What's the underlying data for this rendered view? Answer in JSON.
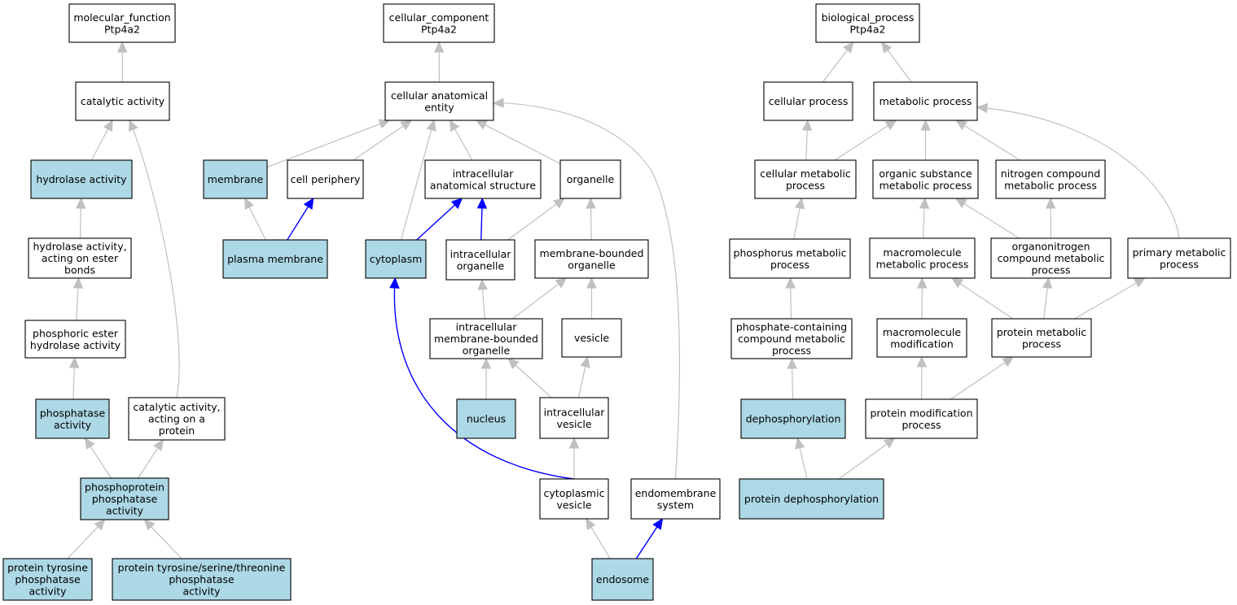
{
  "colors": {
    "highlight_fill": "#add8e6",
    "plain_fill": "#ffffff",
    "gray_edge": "#c0c0c0",
    "blue_edge": "#0000ff"
  },
  "nodes": [
    {
      "id": "mf",
      "lines": [
        "molecular_function",
        "Ptp4a2"
      ],
      "highlight": false
    },
    {
      "id": "catalytic",
      "lines": [
        "catalytic activity"
      ],
      "highlight": false
    },
    {
      "id": "hydrolase",
      "lines": [
        "hydrolase activity"
      ],
      "highlight": true
    },
    {
      "id": "hydro_ester",
      "lines": [
        "hydrolase activity,",
        "acting on ester",
        "bonds"
      ],
      "highlight": false
    },
    {
      "id": "phosphoric",
      "lines": [
        "phosphoric ester",
        "hydrolase activity"
      ],
      "highlight": false
    },
    {
      "id": "phosphatase",
      "lines": [
        "phosphatase",
        "activity"
      ],
      "highlight": true
    },
    {
      "id": "cat_protein",
      "lines": [
        "catalytic activity,",
        "acting on a",
        "protein"
      ],
      "highlight": false
    },
    {
      "id": "phosphoprotein",
      "lines": [
        "phosphoprotein",
        "phosphatase",
        "activity"
      ],
      "highlight": true
    },
    {
      "id": "ptp",
      "lines": [
        "protein tyrosine",
        "phosphatase",
        "activity"
      ],
      "highlight": true
    },
    {
      "id": "ptp_sst",
      "lines": [
        "protein tyrosine/serine/threonine",
        "phosphatase",
        "activity"
      ],
      "highlight": true
    },
    {
      "id": "cc",
      "lines": [
        "cellular_component",
        "Ptp4a2"
      ],
      "highlight": false
    },
    {
      "id": "cae",
      "lines": [
        "cellular anatomical",
        "entity"
      ],
      "highlight": false
    },
    {
      "id": "membrane",
      "lines": [
        "membrane"
      ],
      "highlight": true
    },
    {
      "id": "cell_periphery",
      "lines": [
        "cell periphery"
      ],
      "highlight": false
    },
    {
      "id": "ias",
      "lines": [
        "intracellular",
        "anatomical structure"
      ],
      "highlight": false
    },
    {
      "id": "organelle",
      "lines": [
        "organelle"
      ],
      "highlight": false
    },
    {
      "id": "plasma_membrane",
      "lines": [
        "plasma membrane"
      ],
      "highlight": true
    },
    {
      "id": "cytoplasm",
      "lines": [
        "cytoplasm"
      ],
      "highlight": true
    },
    {
      "id": "intra_organelle",
      "lines": [
        "intracellular",
        "organelle"
      ],
      "highlight": false
    },
    {
      "id": "mbo",
      "lines": [
        "membrane-bounded",
        "organelle"
      ],
      "highlight": false
    },
    {
      "id": "imbo",
      "lines": [
        "intracellular",
        "membrane-bounded",
        "organelle"
      ],
      "highlight": false
    },
    {
      "id": "vesicle",
      "lines": [
        "vesicle"
      ],
      "highlight": false
    },
    {
      "id": "nucleus",
      "lines": [
        "nucleus"
      ],
      "highlight": true
    },
    {
      "id": "intra_vesicle",
      "lines": [
        "intracellular",
        "vesicle"
      ],
      "highlight": false
    },
    {
      "id": "cyto_vesicle",
      "lines": [
        "cytoplasmic",
        "vesicle"
      ],
      "highlight": false
    },
    {
      "id": "endomembrane",
      "lines": [
        "endomembrane",
        "system"
      ],
      "highlight": false
    },
    {
      "id": "endosome",
      "lines": [
        "endosome"
      ],
      "highlight": true
    },
    {
      "id": "bp",
      "lines": [
        "biological_process",
        "Ptp4a2"
      ],
      "highlight": false
    },
    {
      "id": "cellular_process",
      "lines": [
        "cellular process"
      ],
      "highlight": false
    },
    {
      "id": "metabolic",
      "lines": [
        "metabolic process"
      ],
      "highlight": false
    },
    {
      "id": "cell_metabolic",
      "lines": [
        "cellular metabolic",
        "process"
      ],
      "highlight": false
    },
    {
      "id": "organic",
      "lines": [
        "organic substance",
        "metabolic process"
      ],
      "highlight": false
    },
    {
      "id": "nitrogen",
      "lines": [
        "nitrogen compound",
        "metabolic process"
      ],
      "highlight": false
    },
    {
      "id": "phosphorus",
      "lines": [
        "phosphorus metabolic",
        "process"
      ],
      "highlight": false
    },
    {
      "id": "macro_metabolic",
      "lines": [
        "macromolecule",
        "metabolic process"
      ],
      "highlight": false
    },
    {
      "id": "organonitrogen",
      "lines": [
        "organonitrogen",
        "compound metabolic",
        "process"
      ],
      "highlight": false
    },
    {
      "id": "primary",
      "lines": [
        "primary metabolic",
        "process"
      ],
      "highlight": false
    },
    {
      "id": "phosphate_cont",
      "lines": [
        "phosphate-containing",
        "compound metabolic",
        "process"
      ],
      "highlight": false
    },
    {
      "id": "macro_mod",
      "lines": [
        "macromolecule",
        "modification"
      ],
      "highlight": false
    },
    {
      "id": "protein_metabolic",
      "lines": [
        "protein metabolic",
        "process"
      ],
      "highlight": false
    },
    {
      "id": "dephos",
      "lines": [
        "dephosphorylation"
      ],
      "highlight": true
    },
    {
      "id": "protein_mod",
      "lines": [
        "protein modification",
        "process"
      ],
      "highlight": false
    },
    {
      "id": "protein_dephos",
      "lines": [
        "protein dephosphorylation"
      ],
      "highlight": true
    }
  ],
  "edges": [
    {
      "from": "catalytic",
      "to": "mf",
      "color": "gray"
    },
    {
      "from": "hydrolase",
      "to": "catalytic",
      "color": "gray"
    },
    {
      "from": "cat_protein",
      "to": "catalytic",
      "color": "gray"
    },
    {
      "from": "hydro_ester",
      "to": "hydrolase",
      "color": "gray"
    },
    {
      "from": "phosphoric",
      "to": "hydro_ester",
      "color": "gray"
    },
    {
      "from": "phosphatase",
      "to": "phosphoric",
      "color": "gray"
    },
    {
      "from": "phosphoprotein",
      "to": "phosphatase",
      "color": "gray"
    },
    {
      "from": "phosphoprotein",
      "to": "cat_protein",
      "color": "gray"
    },
    {
      "from": "ptp",
      "to": "phosphoprotein",
      "color": "gray"
    },
    {
      "from": "ptp_sst",
      "to": "phosphoprotein",
      "color": "gray"
    },
    {
      "from": "cae",
      "to": "cc",
      "color": "gray"
    },
    {
      "from": "membrane",
      "to": "cae",
      "color": "gray"
    },
    {
      "from": "cell_periphery",
      "to": "cae",
      "color": "gray"
    },
    {
      "from": "cytoplasm",
      "to": "cae",
      "color": "gray"
    },
    {
      "from": "ias",
      "to": "cae",
      "color": "gray"
    },
    {
      "from": "organelle",
      "to": "cae",
      "color": "gray"
    },
    {
      "from": "endomembrane",
      "to": "cae",
      "color": "gray"
    },
    {
      "from": "plasma_membrane",
      "to": "membrane",
      "color": "gray"
    },
    {
      "from": "plasma_membrane",
      "to": "cell_periphery",
      "color": "blue"
    },
    {
      "from": "cytoplasm",
      "to": "ias",
      "color": "blue"
    },
    {
      "from": "intra_organelle",
      "to": "ias",
      "color": "blue"
    },
    {
      "from": "intra_organelle",
      "to": "organelle",
      "color": "gray"
    },
    {
      "from": "mbo",
      "to": "organelle",
      "color": "gray"
    },
    {
      "from": "imbo",
      "to": "intra_organelle",
      "color": "gray"
    },
    {
      "from": "imbo",
      "to": "mbo",
      "color": "gray"
    },
    {
      "from": "vesicle",
      "to": "mbo",
      "color": "gray"
    },
    {
      "from": "nucleus",
      "to": "imbo",
      "color": "gray"
    },
    {
      "from": "intra_vesicle",
      "to": "imbo",
      "color": "gray"
    },
    {
      "from": "intra_vesicle",
      "to": "vesicle",
      "color": "gray"
    },
    {
      "from": "cyto_vesicle",
      "to": "intra_vesicle",
      "color": "gray"
    },
    {
      "from": "cyto_vesicle",
      "to": "cytoplasm",
      "color": "blue"
    },
    {
      "from": "endosome",
      "to": "cyto_vesicle",
      "color": "gray"
    },
    {
      "from": "endosome",
      "to": "endomembrane",
      "color": "blue"
    },
    {
      "from": "cellular_process",
      "to": "bp",
      "color": "gray"
    },
    {
      "from": "metabolic",
      "to": "bp",
      "color": "gray"
    },
    {
      "from": "cell_metabolic",
      "to": "cellular_process",
      "color": "gray"
    },
    {
      "from": "cell_metabolic",
      "to": "metabolic",
      "color": "gray"
    },
    {
      "from": "organic",
      "to": "metabolic",
      "color": "gray"
    },
    {
      "from": "nitrogen",
      "to": "metabolic",
      "color": "gray"
    },
    {
      "from": "primary",
      "to": "metabolic",
      "color": "gray"
    },
    {
      "from": "phosphorus",
      "to": "cell_metabolic",
      "color": "gray"
    },
    {
      "from": "macro_metabolic",
      "to": "organic",
      "color": "gray"
    },
    {
      "from": "organonitrogen",
      "to": "organic",
      "color": "gray"
    },
    {
      "from": "organonitrogen",
      "to": "nitrogen",
      "color": "gray"
    },
    {
      "from": "phosphate_cont",
      "to": "phosphorus",
      "color": "gray"
    },
    {
      "from": "macro_mod",
      "to": "macro_metabolic",
      "color": "gray"
    },
    {
      "from": "protein_metabolic",
      "to": "macro_metabolic",
      "color": "gray"
    },
    {
      "from": "protein_metabolic",
      "to": "organonitrogen",
      "color": "gray"
    },
    {
      "from": "protein_metabolic",
      "to": "primary",
      "color": "gray"
    },
    {
      "from": "dephos",
      "to": "phosphate_cont",
      "color": "gray"
    },
    {
      "from": "protein_mod",
      "to": "macro_mod",
      "color": "gray"
    },
    {
      "from": "protein_mod",
      "to": "protein_metabolic",
      "color": "gray"
    },
    {
      "from": "protein_dephos",
      "to": "dephos",
      "color": "gray"
    },
    {
      "from": "protein_dephos",
      "to": "protein_mod",
      "color": "gray"
    }
  ]
}
